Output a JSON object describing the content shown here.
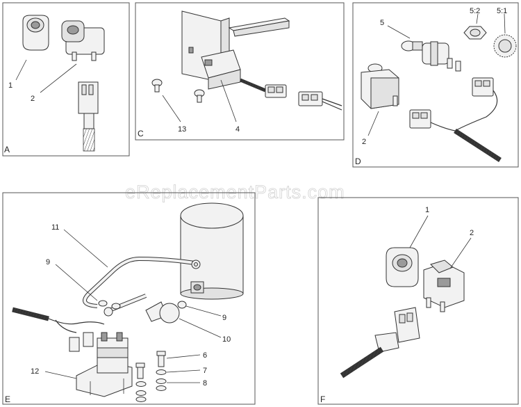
{
  "watermark": "eReplacementParts.com",
  "panels": {
    "A": {
      "label": "A",
      "callouts": [
        "1",
        "2"
      ]
    },
    "C": {
      "label": "C",
      "callouts": [
        "13",
        "4"
      ]
    },
    "D": {
      "label": "D",
      "callouts": [
        "5",
        "5:2",
        "5:1",
        "2"
      ]
    },
    "E": {
      "label": "E",
      "callouts": [
        "11",
        "9",
        "9",
        "10",
        "6",
        "7",
        "8",
        "12"
      ]
    },
    "F": {
      "label": "F",
      "callouts": [
        "1",
        "2"
      ]
    }
  }
}
